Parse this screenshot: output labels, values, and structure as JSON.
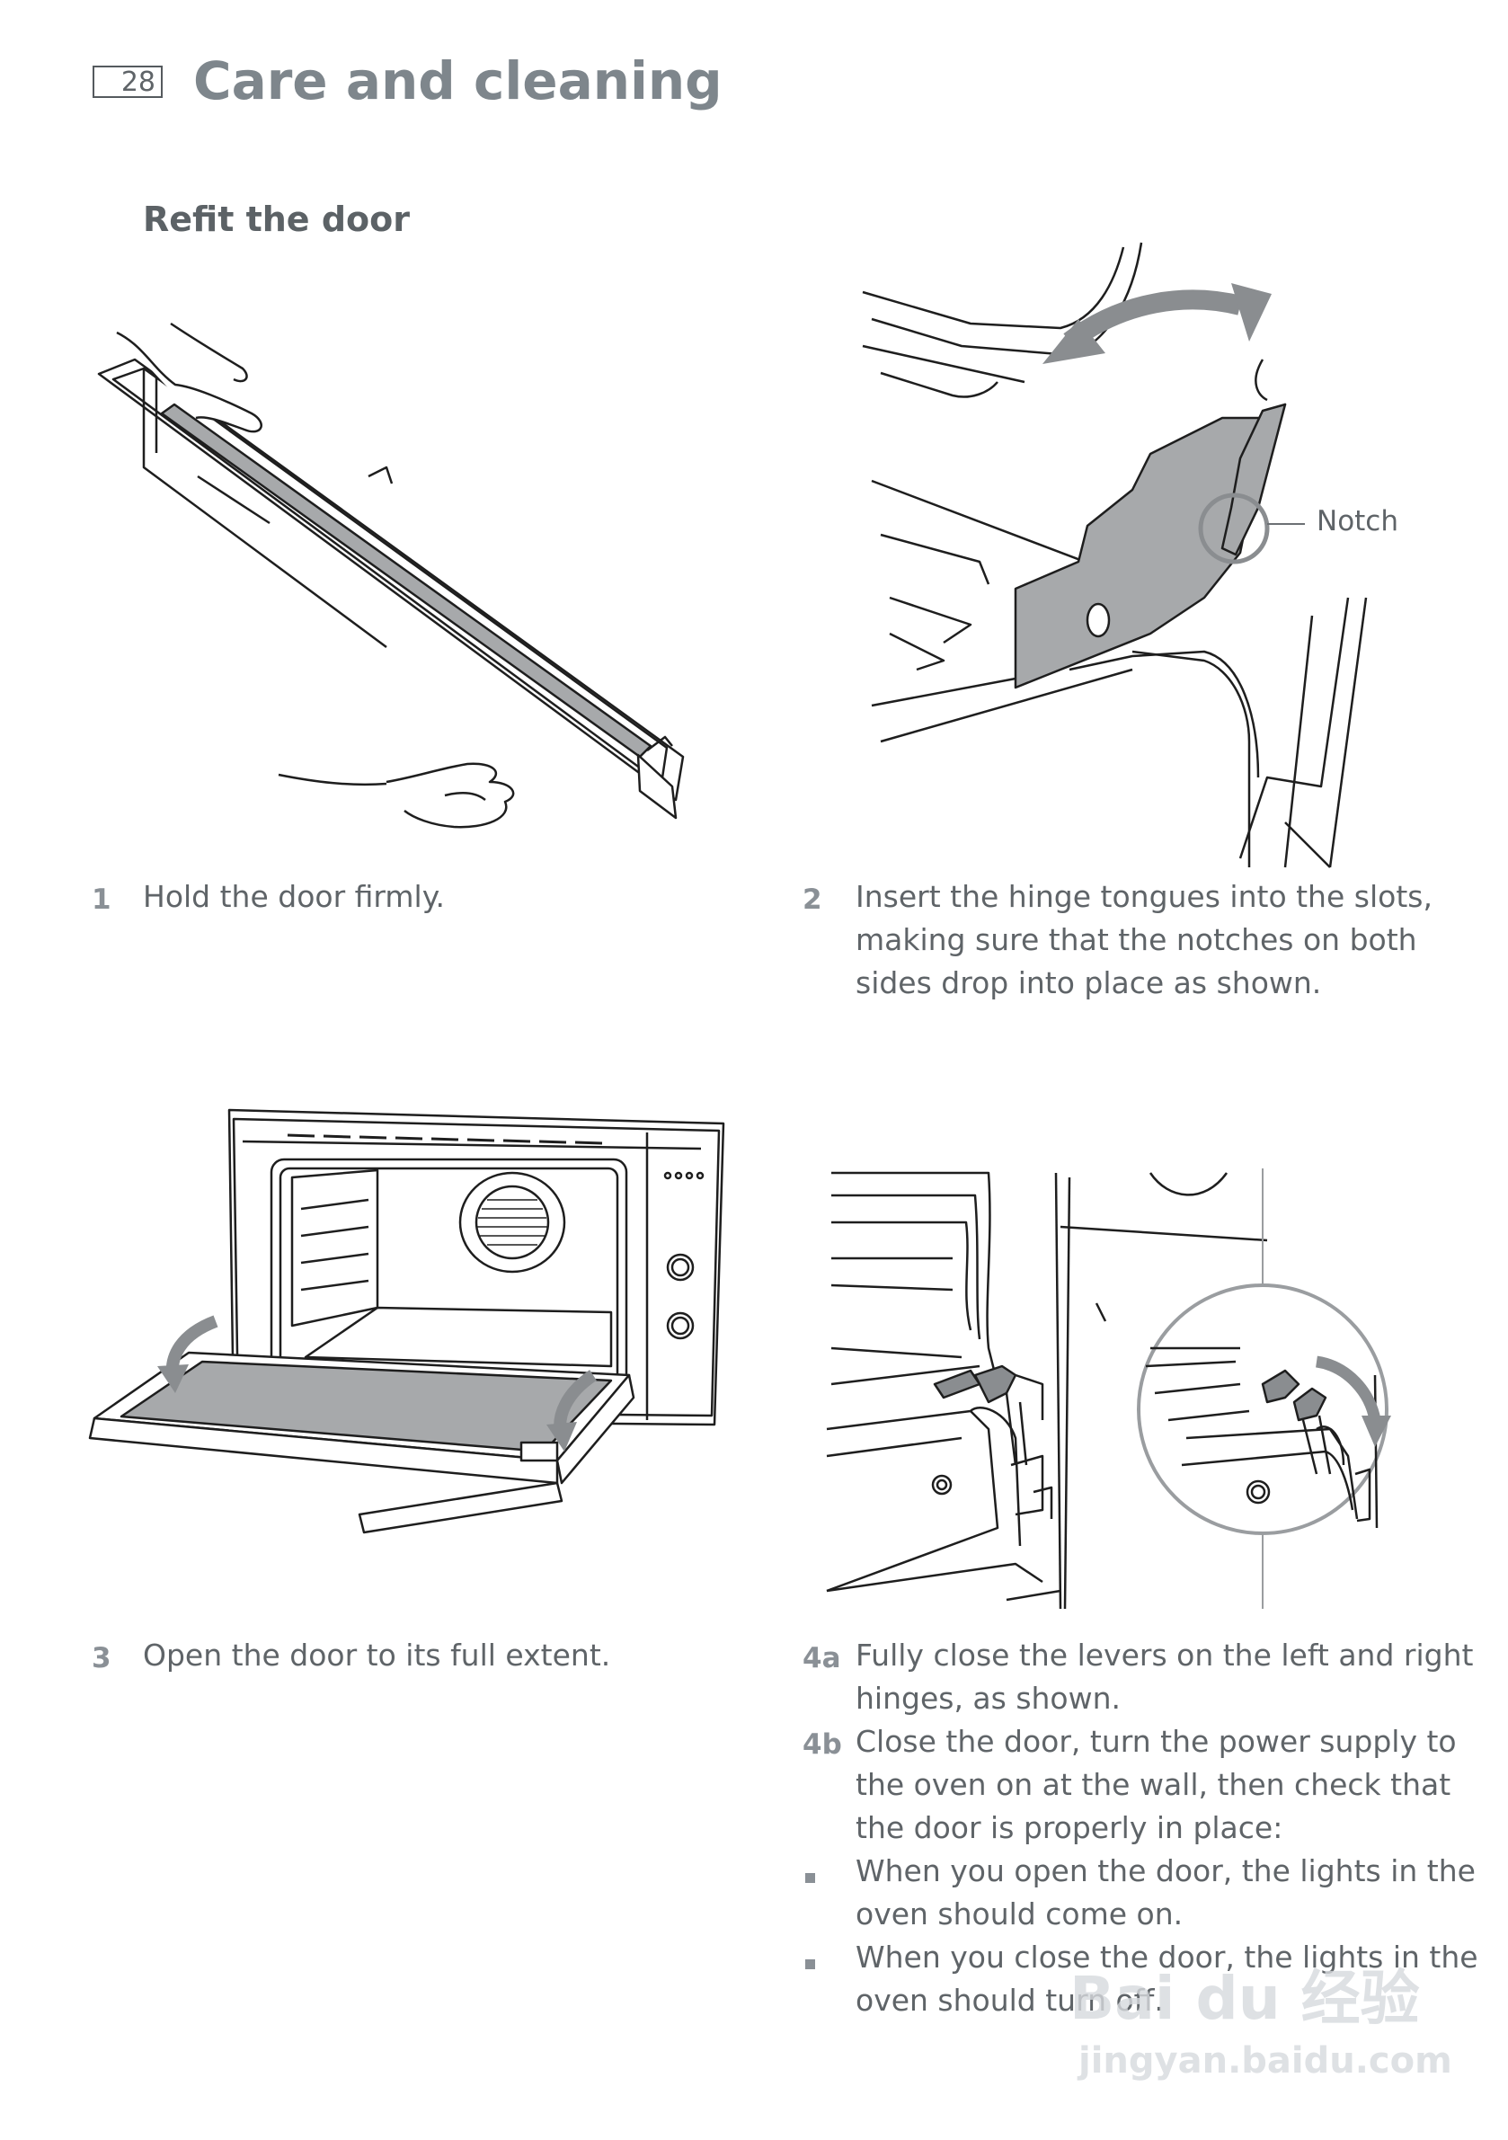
{
  "header": {
    "page_number": "28",
    "title": "Care and cleaning"
  },
  "section": {
    "heading": "Refit the door"
  },
  "steps": [
    {
      "number": "1",
      "text": "Hold the door firmly."
    },
    {
      "number": "2",
      "lines": [
        "Insert the hinge tongues into the slots,",
        "making sure that the notches on both",
        "sides drop into place as shown."
      ]
    },
    {
      "number": "3",
      "text": "Open the door to its full extent."
    },
    {
      "number": "4a",
      "lines": [
        "Fully close the levers on the left and right",
        "hinges, as shown."
      ]
    },
    {
      "number": "4b",
      "lines": [
        "Close the door, turn the power supply to",
        "the oven on at the wall, then check that",
        "the door is properly in place:"
      ]
    }
  ],
  "bullets": [
    {
      "lines": [
        "When you open the door, the lights in the",
        "oven should come on."
      ]
    },
    {
      "lines": [
        "When you close the door, the lights in the",
        "oven should turn off."
      ]
    }
  ],
  "figures": {
    "notch_label": "Notch"
  },
  "watermark": {
    "brand": "Bai du 经验",
    "url": "jingyan.baidu.com"
  },
  "colors": {
    "title": "#7e868c",
    "text": "#5f6468",
    "step_number": "#8a9096",
    "illustration_fill": "#a7a9ab",
    "line": "#1e1e1e"
  }
}
